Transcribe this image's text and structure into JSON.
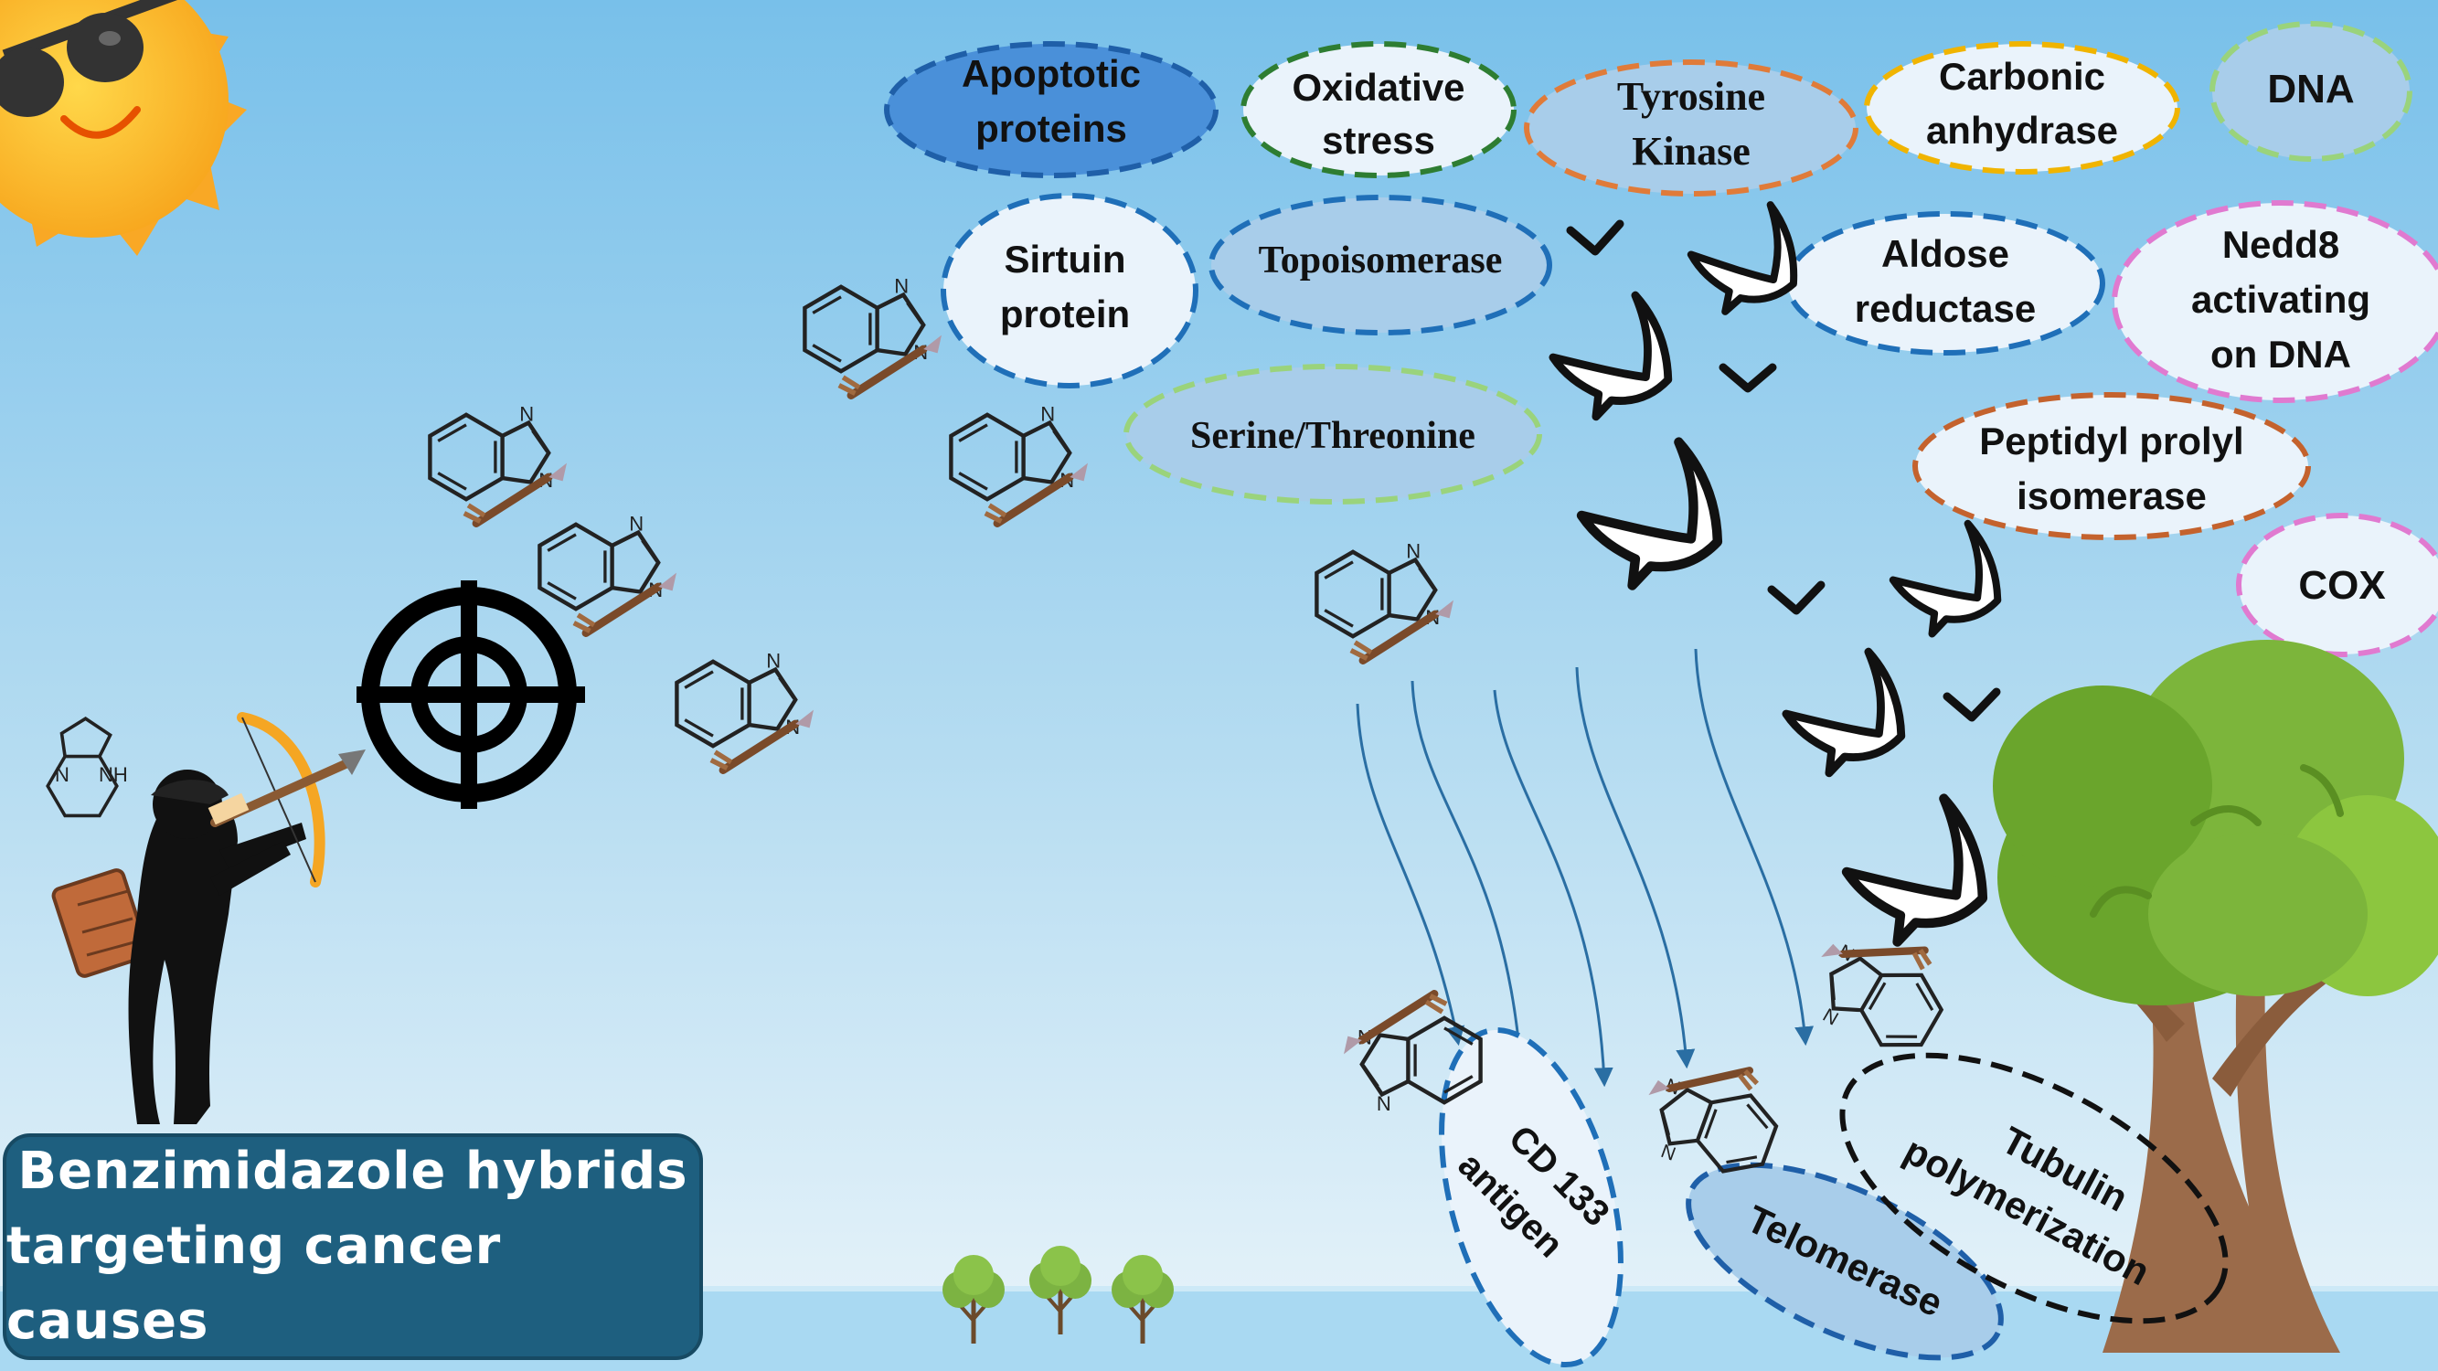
{
  "title": {
    "line1": "Benzimidazole hybrids",
    "line2": "targeting cancer causes"
  },
  "targets": {
    "apoptotic": [
      "Apoptotic",
      "proteins"
    ],
    "oxidative": [
      "Oxidative",
      "stress"
    ],
    "tyrosine": [
      "Tyrosine",
      "Kinase"
    ],
    "carbonic": [
      "Carbonic",
      "anhydrase"
    ],
    "dna": "DNA",
    "sirtuin": [
      "Sirtuin",
      "protein"
    ],
    "topoisomerase": "Topoisomerase",
    "aldose": [
      "Aldose",
      "reductase"
    ],
    "nedd8": [
      "Nedd8",
      "activating",
      "on DNA"
    ],
    "serine": "Serine/Threonine",
    "peptidyl": [
      "Peptidyl prolyl",
      "isomerase"
    ],
    "cox": "COX",
    "cd133": [
      "CD 133",
      "antigen"
    ],
    "telomerase": "Telomerase",
    "tubulin": [
      "Tubulin",
      "polymerization"
    ]
  },
  "molecule_atoms": {
    "nitrogen": "N",
    "nh": "NH"
  },
  "colors": {
    "sky_top": "#7cc3ea",
    "sky_bottom": "#e6f3fa",
    "title_bg": "#1e5f7f",
    "blue_dash": "#1f6fb8",
    "green_dash": "#2e7d32",
    "orange_dash": "#e07b39",
    "yellow_dash": "#f0b400",
    "lightgreen_dash": "#9ad37c",
    "pink_dash": "#e07ad0",
    "brown_dash": "#c4622d",
    "black_dash": "#111111"
  }
}
